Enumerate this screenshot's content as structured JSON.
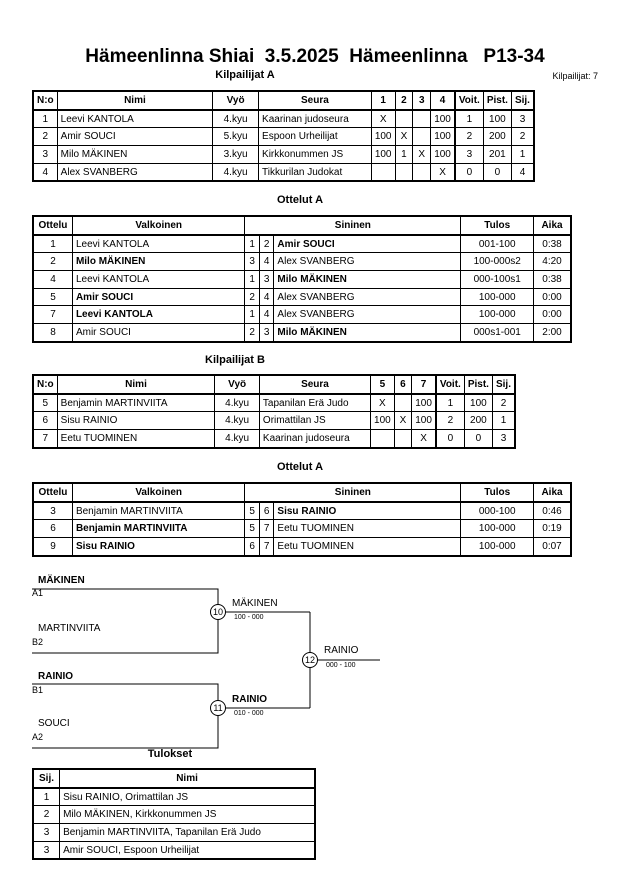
{
  "title": "Hämeenlinna Shiai  3.5.2025  Hämeenlinna   P13-34",
  "competitor_count": "Kilpailijat: 7",
  "pool_a": {
    "heading": "Kilpailijat A",
    "columns": [
      "N:o",
      "Nimi",
      "Vyö",
      "Seura",
      "1",
      "2",
      "3",
      "4",
      "Voit.",
      "Pist.",
      "Sij."
    ],
    "rows": [
      [
        "1",
        "Leevi KANTOLA",
        "4.kyu",
        "Kaarinan judoseura",
        "X",
        "",
        "",
        "100",
        "1",
        "100",
        "3"
      ],
      [
        "2",
        "Amir SOUCI",
        "5.kyu",
        "Espoon Urheilijat",
        "100",
        "X",
        "",
        "100",
        "2",
        "200",
        "2"
      ],
      [
        "3",
        "Milo MÄKINEN",
        "3.kyu",
        "Kirkkonummen JS",
        "100",
        "1",
        "X",
        "100",
        "3",
        "201",
        "1"
      ],
      [
        "4",
        "Alex SVANBERG",
        "4.kyu",
        "Tikkurilan Judokat",
        "",
        "",
        "",
        "X",
        "0",
        "0",
        "4"
      ]
    ]
  },
  "matches_a": {
    "heading": "Ottelut A",
    "columns": [
      "Ottelu",
      "Valkoinen",
      "Sininen",
      "Tulos",
      "Aika"
    ],
    "rows": [
      {
        "no": "1",
        "white": "Leevi KANTOLA",
        "wb": false,
        "wn": "1",
        "bn": "2",
        "blue": "Amir SOUCI",
        "bb": true,
        "result": "001-100",
        "time": "0:38"
      },
      {
        "no": "2",
        "white": "Milo MÄKINEN",
        "wb": true,
        "wn": "3",
        "bn": "4",
        "blue": "Alex SVANBERG",
        "bb": false,
        "result": "100-000s2",
        "time": "4:20"
      },
      {
        "no": "4",
        "white": "Leevi KANTOLA",
        "wb": false,
        "wn": "1",
        "bn": "3",
        "blue": "Milo MÄKINEN",
        "bb": true,
        "result": "000-100s1",
        "time": "0:38"
      },
      {
        "no": "5",
        "white": "Amir SOUCI",
        "wb": true,
        "wn": "2",
        "bn": "4",
        "blue": "Alex SVANBERG",
        "bb": false,
        "result": "100-000",
        "time": "0:00"
      },
      {
        "no": "7",
        "white": "Leevi KANTOLA",
        "wb": true,
        "wn": "1",
        "bn": "4",
        "blue": "Alex SVANBERG",
        "bb": false,
        "result": "100-000",
        "time": "0:00"
      },
      {
        "no": "8",
        "white": "Amir SOUCI",
        "wb": false,
        "wn": "2",
        "bn": "3",
        "blue": "Milo MÄKINEN",
        "bb": true,
        "result": "000s1-001",
        "time": "2:00"
      }
    ]
  },
  "pool_b": {
    "heading": "Kilpailijat B",
    "columns": [
      "N:o",
      "Nimi",
      "Vyö",
      "Seura",
      "5",
      "6",
      "7",
      "Voit.",
      "Pist.",
      "Sij."
    ],
    "rows": [
      [
        "5",
        "Benjamin MARTINVIITA",
        "4.kyu",
        "Tapanilan Erä Judo",
        "X",
        "",
        "100",
        "1",
        "100",
        "2"
      ],
      [
        "6",
        "Sisu RAINIO",
        "4.kyu",
        "Orimattilan JS",
        "100",
        "X",
        "100",
        "2",
        "200",
        "1"
      ],
      [
        "7",
        "Eetu TUOMINEN",
        "4.kyu",
        "Kaarinan judoseura",
        "",
        "",
        "X",
        "0",
        "0",
        "3"
      ]
    ]
  },
  "matches_b": {
    "heading": "Ottelut A",
    "columns": [
      "Ottelu",
      "Valkoinen",
      "Sininen",
      "Tulos",
      "Aika"
    ],
    "rows": [
      {
        "no": "3",
        "white": "Benjamin MARTINVIITA",
        "wb": false,
        "wn": "5",
        "bn": "6",
        "blue": "Sisu RAINIO",
        "bb": true,
        "result": "000-100",
        "time": "0:46"
      },
      {
        "no": "6",
        "white": "Benjamin MARTINVIITA",
        "wb": true,
        "wn": "5",
        "bn": "7",
        "blue": "Eetu TUOMINEN",
        "bb": false,
        "result": "100-000",
        "time": "0:19"
      },
      {
        "no": "9",
        "white": "Sisu RAINIO",
        "wb": true,
        "wn": "6",
        "bn": "7",
        "blue": "Eetu TUOMINEN",
        "bb": false,
        "result": "100-000",
        "time": "0:07"
      }
    ]
  },
  "bracket": {
    "s1": {
      "name": "MÄKINEN",
      "seed": "A1"
    },
    "s2": {
      "name": "MARTINVIITA",
      "seed": "B2"
    },
    "s3": {
      "name": "RAINIO",
      "seed": "B1"
    },
    "s4": {
      "name": "SOUCI",
      "seed": "A2"
    },
    "m10": {
      "no": "10",
      "winner": "MÄKINEN",
      "score": "100 - 000"
    },
    "m11": {
      "no": "11",
      "winner": "RAINIO",
      "score": "010 - 000"
    },
    "m12": {
      "no": "12",
      "winner": "RAINIO",
      "score": "000 - 100"
    }
  },
  "results": {
    "heading": "Tulokset",
    "columns": [
      "Sij.",
      "Nimi"
    ],
    "rows": [
      [
        "1",
        "Sisu RAINIO, Orimattilan JS"
      ],
      [
        "2",
        "Milo MÄKINEN, Kirkkonummen JS"
      ],
      [
        "3",
        "Benjamin MARTINVIITA, Tapanilan Erä Judo"
      ],
      [
        "3",
        "Amir SOUCI, Espoon Urheilijat"
      ]
    ]
  }
}
